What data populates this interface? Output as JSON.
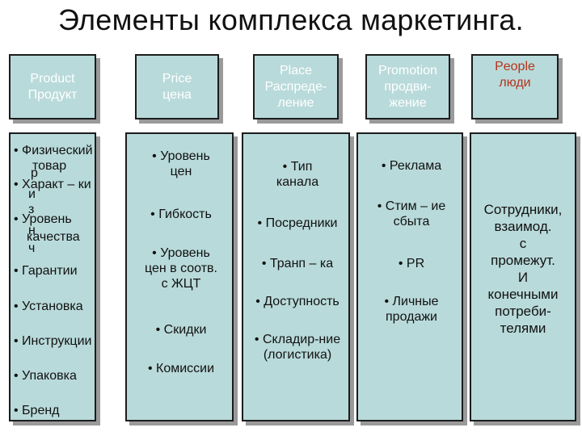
{
  "title": "Элементы комплекса маркетинга.",
  "headers": [
    {
      "lines": [
        "Product",
        "Продукт"
      ]
    },
    {
      "lines": [
        "Price",
        "цена"
      ]
    },
    {
      "lines": [
        "Place",
        "Распреде-",
        "ление"
      ]
    },
    {
      "lines": [
        "Promotion",
        "продви-",
        "жение"
      ]
    },
    {
      "lines": [
        "People",
        "люди"
      ]
    }
  ],
  "product": {
    "items": [
      [
        "• Физический",
        "товар"
      ],
      [
        "• Характ – ки"
      ],
      [
        "• Уровень",
        "качества"
      ],
      [
        "• Гарантии"
      ],
      [
        "• Установка"
      ],
      [
        "• Инструкции"
      ],
      [
        "• Упаковка"
      ],
      [
        "• Бренд"
      ]
    ],
    "overflow": [
      "р",
      "и",
      "з",
      "н",
      "ч"
    ]
  },
  "price": {
    "items": [
      [
        "• Уровень",
        "цен"
      ],
      [
        "• Гибкость"
      ],
      [
        "• Уровень",
        "цен в соотв.",
        "с  ЖЦТ"
      ],
      [
        "• Скидки"
      ],
      [
        "• Комиссии"
      ]
    ]
  },
  "place": {
    "items": [
      [
        "• Тип",
        "канала"
      ],
      [
        "• Посредники"
      ],
      [
        "• Транп – ка"
      ],
      [
        "• Доступность"
      ],
      [
        "• Складир-ние",
        "(логистика)"
      ]
    ]
  },
  "promotion": {
    "items": [
      [
        "• Реклама"
      ],
      [
        "• Стим – ие",
        "сбыта"
      ],
      [
        "• PR"
      ],
      [
        "• Личные",
        "продажи"
      ]
    ]
  },
  "people": {
    "lines": [
      "Сотрудники,",
      "взаимод.",
      "с",
      "промежут.",
      "И",
      "конечными",
      "потреби-",
      "телями"
    ]
  }
}
